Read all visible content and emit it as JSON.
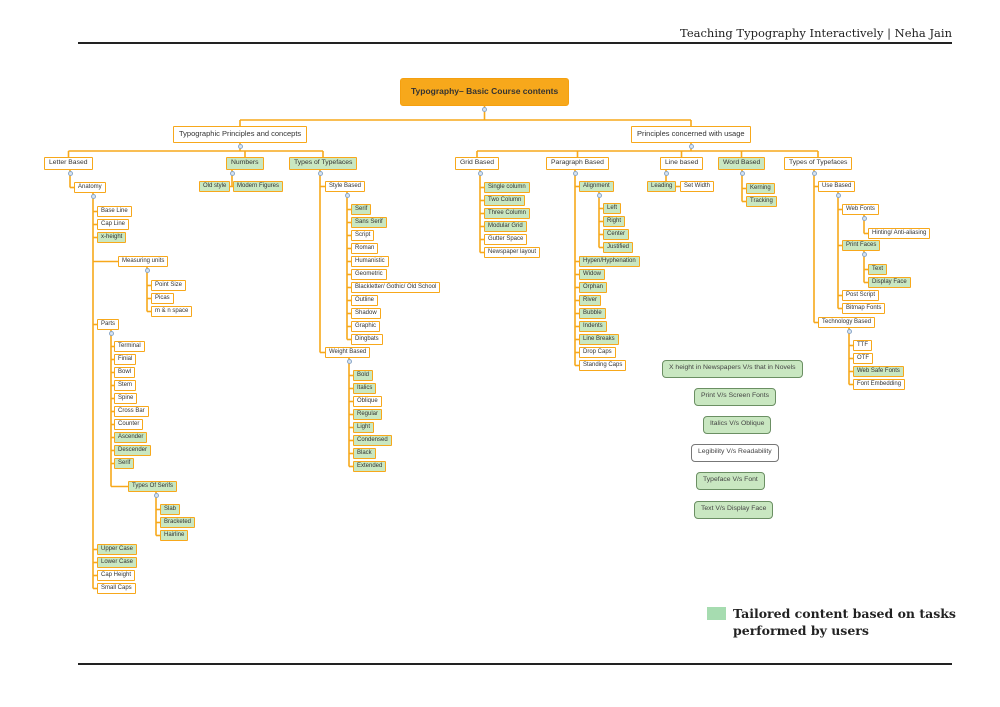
{
  "header": {
    "title": "Teaching Typography Interactively | Neha Jain"
  },
  "legend": {
    "label": "Tailored content based on tasks performed by users",
    "color": "#a6dcb0"
  },
  "colors": {
    "line": "#f7a81b",
    "root_fill": "#f7a81b",
    "tailored_fill": "#c9e7c1",
    "default_fill": "#ffffff"
  },
  "tree": {
    "label": "Typography– Basic Course contents",
    "children": [
      {
        "label": "Typographic Principles and concepts",
        "children": [
          {
            "label": "Letter Based",
            "children": [
              {
                "label": "Anatomy",
                "children": [
                  {
                    "label": "Base Line"
                  },
                  {
                    "label": "Cap Line"
                  },
                  {
                    "label": "x-height",
                    "tailored": true
                  },
                  {
                    "label": "Measuring units",
                    "children": [
                      {
                        "label": "Point Size"
                      },
                      {
                        "label": "Picas"
                      },
                      {
                        "label": "m & n space"
                      }
                    ]
                  },
                  {
                    "label": "Parts",
                    "children": [
                      {
                        "label": "Terminal"
                      },
                      {
                        "label": "Finial"
                      },
                      {
                        "label": "Bowl"
                      },
                      {
                        "label": "Stem"
                      },
                      {
                        "label": "Spine"
                      },
                      {
                        "label": "Cross Bar"
                      },
                      {
                        "label": "Counter"
                      },
                      {
                        "label": "Ascender",
                        "tailored": true
                      },
                      {
                        "label": "Descender",
                        "tailored": true
                      },
                      {
                        "label": "Serif",
                        "tailored": true
                      },
                      {
                        "label": "Types Of Serifs",
                        "tailored": true,
                        "children": [
                          {
                            "label": "Slab",
                            "tailored": true
                          },
                          {
                            "label": "Bracketed",
                            "tailored": true
                          },
                          {
                            "label": "Hairline",
                            "tailored": true
                          }
                        ]
                      }
                    ]
                  },
                  {
                    "label": "Upper Case",
                    "tailored": true
                  },
                  {
                    "label": "Lower Case",
                    "tailored": true
                  },
                  {
                    "label": "Cap Height"
                  },
                  {
                    "label": "Small Caps"
                  }
                ]
              }
            ]
          },
          {
            "label": "Numbers",
            "tailored": true,
            "children": [
              {
                "label": "Old style",
                "tailored": true
              },
              {
                "label": "Modern Figures",
                "tailored": true
              }
            ]
          },
          {
            "label": "Types of Typefaces",
            "tailored": true,
            "children": [
              {
                "label": "Style Based",
                "children": [
                  {
                    "label": "Serif",
                    "tailored": true
                  },
                  {
                    "label": "Sans Serif",
                    "tailored": true
                  },
                  {
                    "label": "Script"
                  },
                  {
                    "label": "Roman"
                  },
                  {
                    "label": "Humanistic"
                  },
                  {
                    "label": "Geometric"
                  },
                  {
                    "label": "Blackletter/ Gothic/ Old School"
                  },
                  {
                    "label": "Outline"
                  },
                  {
                    "label": "Shadow"
                  },
                  {
                    "label": "Graphic"
                  },
                  {
                    "label": "Dingbats"
                  }
                ]
              },
              {
                "label": "Weight Based",
                "children": [
                  {
                    "label": "Bold",
                    "tailored": true
                  },
                  {
                    "label": "Italics",
                    "tailored": true
                  },
                  {
                    "label": "Oblique"
                  },
                  {
                    "label": "Regular",
                    "tailored": true
                  },
                  {
                    "label": "Light",
                    "tailored": true
                  },
                  {
                    "label": "Condensed",
                    "tailored": true
                  },
                  {
                    "label": "Black",
                    "tailored": true
                  },
                  {
                    "label": "Extended",
                    "tailored": true
                  }
                ]
              }
            ]
          }
        ]
      },
      {
        "label": "Principles concerned with usage",
        "children": [
          {
            "label": "Grid Based",
            "children": [
              {
                "label": "Single column",
                "tailored": true
              },
              {
                "label": "Two Column",
                "tailored": true
              },
              {
                "label": "Three Column",
                "tailored": true
              },
              {
                "label": "Modular Grid",
                "tailored": true
              },
              {
                "label": "Gutter Space"
              },
              {
                "label": "Newspaper layout"
              }
            ]
          },
          {
            "label": "Paragraph Based",
            "children": [
              {
                "label": "Alignment",
                "tailored": true,
                "children": [
                  {
                    "label": "Left",
                    "tailored": true
                  },
                  {
                    "label": "Right",
                    "tailored": true
                  },
                  {
                    "label": "Center",
                    "tailored": true
                  },
                  {
                    "label": "Justified",
                    "tailored": true
                  }
                ]
              },
              {
                "label": "Hypen/Hyphenation",
                "tailored": true
              },
              {
                "label": "Widow",
                "tailored": true
              },
              {
                "label": "Orphan",
                "tailored": true
              },
              {
                "label": "River",
                "tailored": true
              },
              {
                "label": "Bubble",
                "tailored": true
              },
              {
                "label": "Indents",
                "tailored": true
              },
              {
                "label": "Line Breaks",
                "tailored": true
              },
              {
                "label": "Drop Caps"
              },
              {
                "label": "Standing Caps"
              }
            ]
          },
          {
            "label": "Line based",
            "children": [
              {
                "label": "Leading",
                "tailored": true
              },
              {
                "label": "Set Width"
              }
            ]
          },
          {
            "label": "Word Based",
            "tailored": true,
            "children": [
              {
                "label": "Kerning",
                "tailored": true
              },
              {
                "label": "Tracking",
                "tailored": true
              }
            ]
          },
          {
            "label": "Types of Typefaces",
            "children": [
              {
                "label": "Use Based",
                "children": [
                  {
                    "label": "Web Fonts",
                    "children": [
                      {
                        "label": "Hinting/ Anti-aliasing"
                      }
                    ]
                  },
                  {
                    "label": "Print Faces",
                    "tailored": true,
                    "children": [
                      {
                        "label": "Text",
                        "tailored": true
                      },
                      {
                        "label": "Display Face",
                        "tailored": true
                      }
                    ]
                  },
                  {
                    "label": "Post Script"
                  },
                  {
                    "label": "Bitmap Fonts"
                  }
                ]
              },
              {
                "label": "Technology Based",
                "children": [
                  {
                    "label": "TTF"
                  },
                  {
                    "label": "OTF"
                  },
                  {
                    "label": "Web Safe Fonts",
                    "tailored": true
                  },
                  {
                    "label": "Font Embedding"
                  }
                ]
              }
            ]
          }
        ]
      }
    ]
  },
  "comparisons": [
    {
      "label": "X height in Newspapers V/s that in Novels",
      "tailored": true
    },
    {
      "label": "Print V/s Screen Fonts",
      "tailored": true
    },
    {
      "label": "Italics V/s Oblique",
      "tailored": true
    },
    {
      "label": "Legibility V/s Readability",
      "tailored": false
    },
    {
      "label": "Typeface V/s Font",
      "tailored": true
    },
    {
      "label": "Text V/s Display Face",
      "tailored": true
    }
  ]
}
